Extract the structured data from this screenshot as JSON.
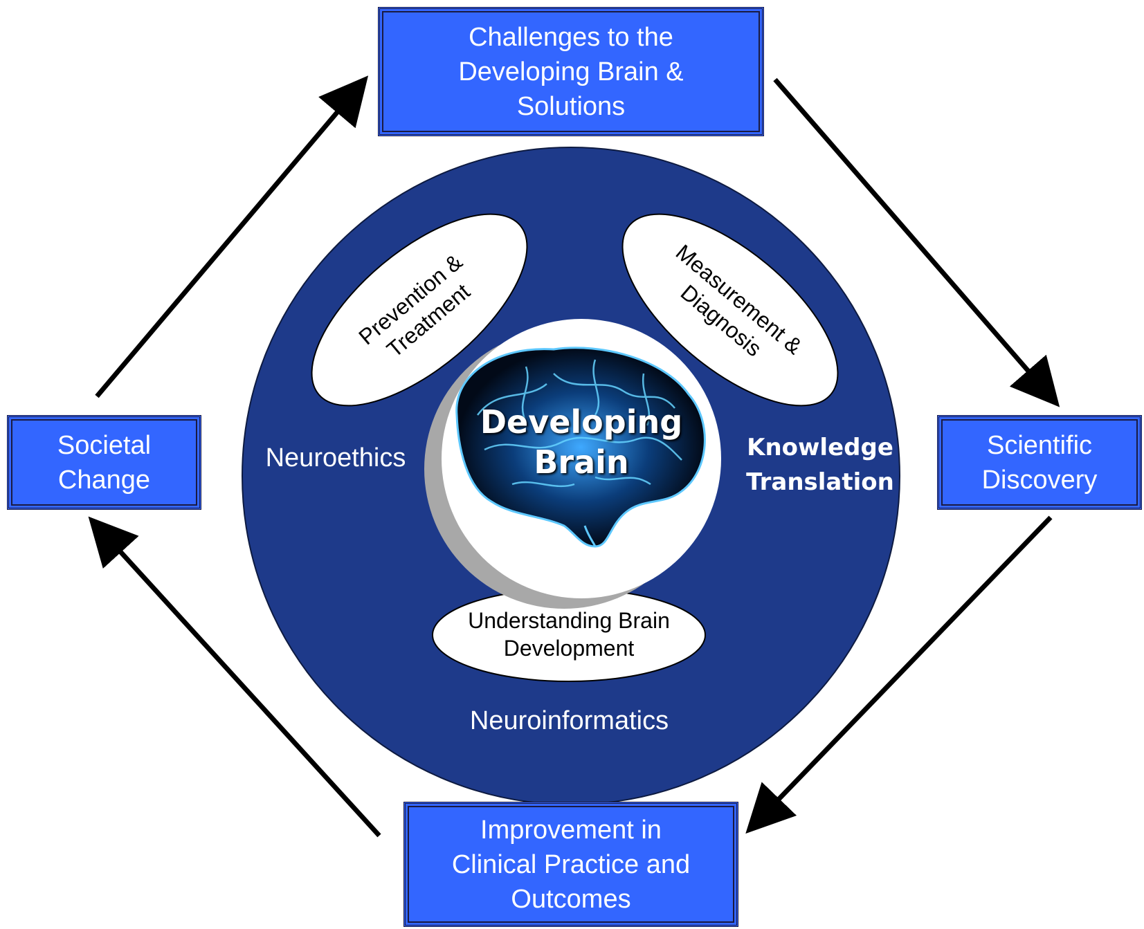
{
  "boxes": {
    "top": "Challenges to the\nDeveloping Brain &\nSolutions",
    "left": "Societal\nChange",
    "right": "Scientific\nDiscovery",
    "bottom": "Improvement in\nClinical Practice and\nOutcomes"
  },
  "center": {
    "title": "Developing\nBrain",
    "left_label": "Neuroethics",
    "right_label": "Knowledge\nTranslation",
    "bottom_label": "Neuroinformatics"
  },
  "ovals": {
    "top_left": "Prevention &\nTreatment",
    "top_right": "Measurement &\nDiagnosis",
    "bottom": "Understanding Brain\nDevelopment"
  },
  "icons": {
    "brain": "brain-icon"
  },
  "colors": {
    "box_fill": "#3366ff",
    "circle_fill": "#1e3a8a",
    "arrow": "#000000"
  }
}
